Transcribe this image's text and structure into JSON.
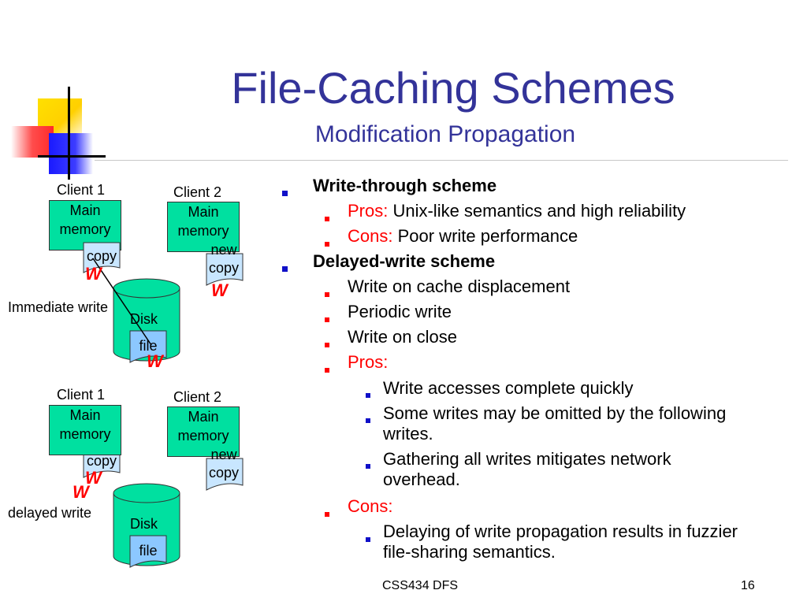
{
  "title": "File-Caching Schemes",
  "subtitle": "Modification Propagation",
  "diagram_top": {
    "client1": "Client 1",
    "client2": "Client 2",
    "main_memory": "Main memory",
    "copy": "copy",
    "new_copy": "new copy",
    "disk": "Disk",
    "file": "file",
    "w": "W",
    "caption": "Immediate write"
  },
  "diagram_bottom": {
    "client1": "Client 1",
    "client2": "Client 2",
    "main_memory": "Main memory",
    "copy": "copy",
    "new_copy": "new copy",
    "disk": "Disk",
    "file": "file",
    "w": "W",
    "caption": "delayed write"
  },
  "bullets": {
    "write_through": "Write-through scheme",
    "wt_pros_label": "Pros:",
    "wt_pros_text": " Unix-like semantics and high reliability",
    "wt_cons_label": "Cons:",
    "wt_cons_text": " Poor write performance",
    "delayed_write": "Delayed-write scheme",
    "dw_items": [
      "Write on cache displacement",
      "Periodic write",
      "Write on close"
    ],
    "dw_pros_label": "Pros:",
    "dw_pros_items": [
      "Write accesses complete quickly",
      "Some writes may be omitted by the following writes.",
      "Gathering all writes mitigates network overhead."
    ],
    "dw_cons_label": "Cons:",
    "dw_cons_items": [
      "Delaying of write propagation results in fuzzier file-sharing semantics."
    ]
  },
  "footer": {
    "course": "CSS434 DFS",
    "page": "16"
  },
  "colors": {
    "title": "#333399",
    "memory": "#00e0a0",
    "doc": "#c8e6ff",
    "file": "#8cc8ff",
    "accent_red": "#ff0000",
    "bullet_blue": "#1010c8"
  }
}
